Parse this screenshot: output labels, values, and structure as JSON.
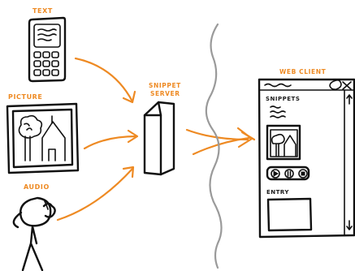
{
  "labels": {
    "text": "TEXT",
    "picture": "PICTURE",
    "audio": "AUDIO",
    "snippet_server_line1": "SNIPPET",
    "snippet_server_line2": "SERVER",
    "web_client": "WEB CLIENT",
    "snippets": "SNIPPETS",
    "entry": "ENTRY"
  },
  "colors": {
    "accent_orange": "#ee8a23",
    "ink": "#111111",
    "network_line": "#9a9a9a"
  },
  "icons": [
    "phone-icon",
    "picture-frame-icon",
    "person-icon",
    "server-icon",
    "web-client-window-icon"
  ]
}
